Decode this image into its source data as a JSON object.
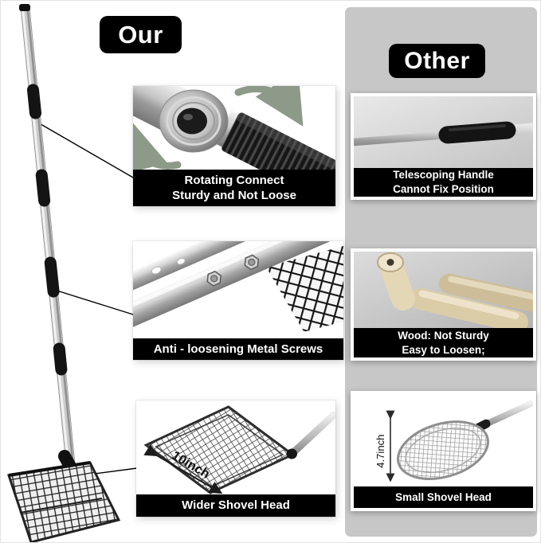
{
  "our": {
    "badge": "Our",
    "callout_rotating": {
      "line1": "Rotating Connect",
      "line2": "Sturdy and Not Loose"
    },
    "callout_screws": {
      "label": "Anti - loosening Metal Screws"
    },
    "callout_shovel": {
      "label": "Wider Shovel Head",
      "annotation": "10inch"
    }
  },
  "other": {
    "badge": "Other",
    "item_handle": {
      "line1": "Telescoping Handle",
      "line2": "Cannot Fix Position"
    },
    "item_wood": {
      "line1": "Wood: Not Sturdy",
      "line2": "Easy to Loosen;"
    },
    "item_shovel": {
      "label": "Small Shovel Head",
      "annotation": "4.7inch"
    }
  },
  "colors": {
    "banner": "#000000",
    "panel": "#c7c7c7",
    "background": "#ffffff",
    "arrow_green": "#8e9a89"
  }
}
